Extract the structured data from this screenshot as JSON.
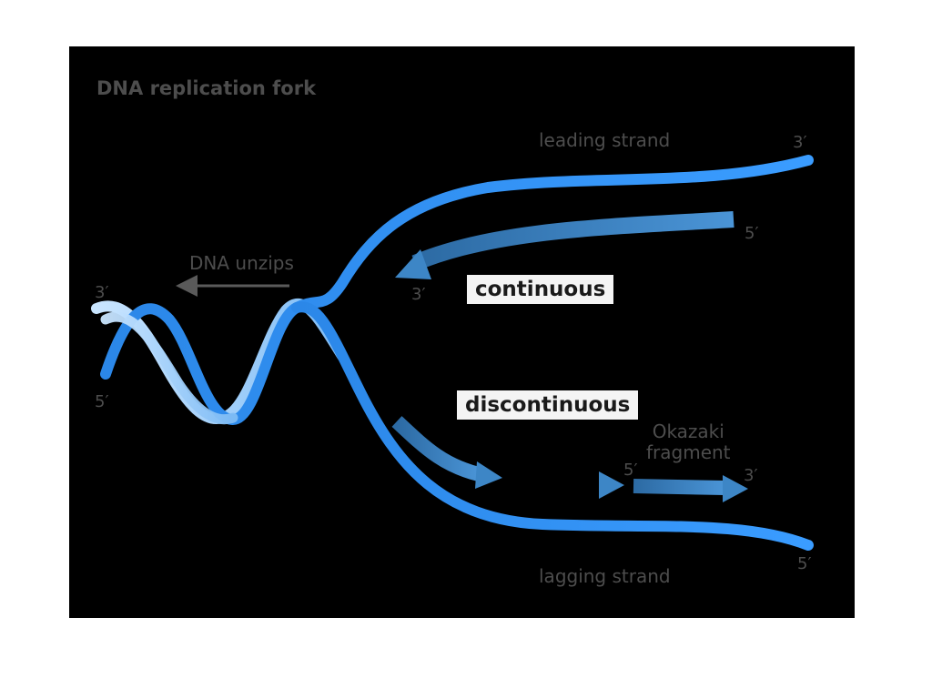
{
  "diagram": {
    "title": "DNA replication fork",
    "unzip_label": "DNA unzips",
    "leading_label": "leading strand",
    "lagging_label": "lagging strand",
    "continuous_label": "continuous",
    "discontinuous_label": "discontinuous",
    "okazaki_label": "Okazaki\nfragment",
    "ends": {
      "left_top": "3′",
      "left_bottom": "5′",
      "leading_top_right": "3′",
      "leading_new_right": "5′",
      "leading_new_left": "3′",
      "okazaki_5": "5′",
      "okazaki_3": "3′",
      "lagging_right": "5′"
    },
    "colors": {
      "background": "#000000",
      "strand": "#2f8ff0",
      "strand_light": "#a9d4ff",
      "new_strand": "#3d86c6",
      "label": "#4d4d4d"
    }
  }
}
